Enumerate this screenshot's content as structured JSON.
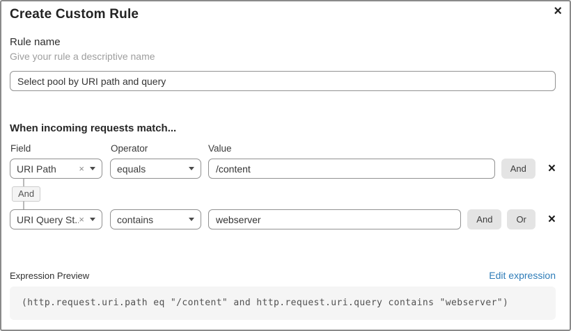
{
  "dialog": {
    "title": "Create Custom Rule"
  },
  "icons": {
    "close": "×",
    "clear": "×",
    "delete": "×"
  },
  "rule_name": {
    "label": "Rule name",
    "hint": "Give your rule a descriptive name",
    "value": "Select pool by URI path and query"
  },
  "matcher": {
    "heading": "When incoming requests match...",
    "column_labels": {
      "field": "Field",
      "operator": "Operator",
      "value": "Value"
    },
    "connector": "And",
    "rows": [
      {
        "field": "URI Path",
        "operator": "equals",
        "value": "/content",
        "and_button": "And"
      },
      {
        "field": "URI Query St...",
        "operator": "contains",
        "value": "webserver",
        "and_button": "And",
        "or_button": "Or"
      }
    ]
  },
  "expression_preview": {
    "label": "Expression Preview",
    "edit_link": "Edit expression",
    "expression": "(http.request.uri.path eq \"/content\" and http.request.uri.query contains \"webserver\")"
  },
  "colors": {
    "link_blue": "#2e7cb8",
    "button_gray": "#e4e4e4",
    "code_background": "#f5f5f5",
    "dialog_border": "#8a8a8a"
  }
}
